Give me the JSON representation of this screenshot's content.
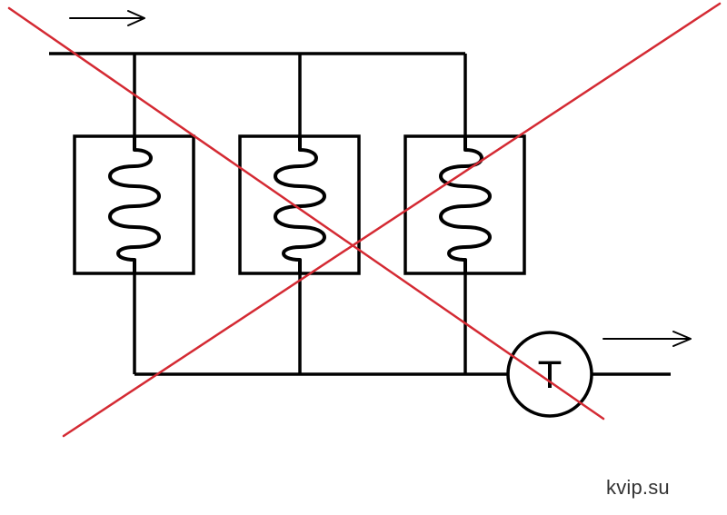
{
  "sensor": {
    "letter": "T",
    "icon": "temperature-sensor-icon"
  },
  "heaters": {
    "count": 3,
    "icon": "heating-coil-icon"
  },
  "flow_arrows": {
    "icon": "flow-direction-arrow-icon",
    "direction": "right"
  },
  "cross_out": {
    "color": "#d42a33",
    "meaning": "incorrect"
  },
  "watermark": {
    "text": "kvip.su"
  }
}
